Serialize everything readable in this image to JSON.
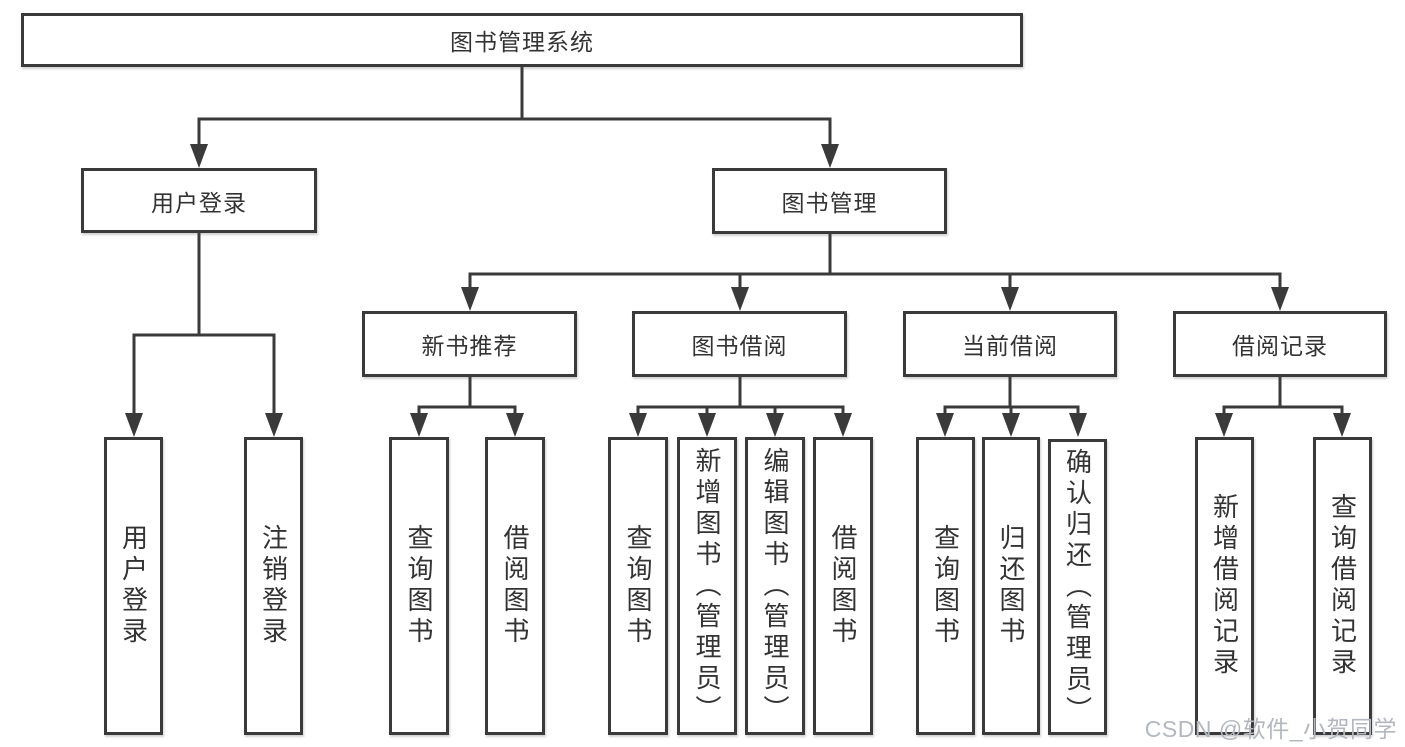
{
  "root": {
    "label": "图书管理系统"
  },
  "level2": {
    "user_login": {
      "label": "用户登录"
    },
    "book_management": {
      "label": "图书管理"
    }
  },
  "level3": {
    "new_book_recommend": {
      "label": "新书推荐"
    },
    "book_borrow": {
      "label": "图书借阅"
    },
    "current_borrow": {
      "label": "当前借阅"
    },
    "borrow_records": {
      "label": "借阅记录"
    }
  },
  "leaves": {
    "user_login": {
      "label": "用户登录"
    },
    "logout": {
      "label": "注销登录"
    },
    "nb_query_books": {
      "label": "查询图书"
    },
    "nb_borrow_books": {
      "label": "借阅图书"
    },
    "bb_query_books": {
      "label": "查询图书"
    },
    "bb_add_books": {
      "label": "新增图书（管理员）"
    },
    "bb_edit_books": {
      "label": "编辑图书（管理员）"
    },
    "bb_borrow_books": {
      "label": "借阅图书"
    },
    "cb_query_books": {
      "label": "查询图书"
    },
    "cb_return_books": {
      "label": "归还图书"
    },
    "cb_confirm_return": {
      "label": "确认归还（管理员）"
    },
    "br_add_record": {
      "label": "新增借阅记录"
    },
    "br_query_record": {
      "label": "查询借阅记录"
    }
  },
  "watermark": {
    "label": "CSDN @软件_小贺同学"
  },
  "colors": {
    "line": "#3a3a3a",
    "text": "#333333",
    "watermark": "#b2b7c0",
    "background": "#ffffff"
  }
}
